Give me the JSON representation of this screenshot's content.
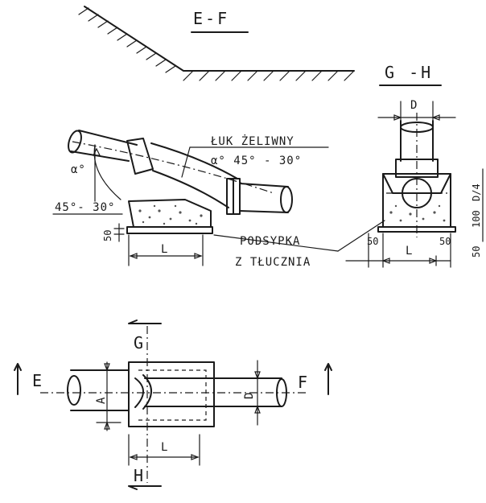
{
  "sections": {
    "ef": {
      "title": "E-F"
    },
    "gh": {
      "title": "G -H"
    }
  },
  "labels": {
    "arc_pipe": "ŁUK ŻELIWNY",
    "arc_angle": "α° 45° - 30°",
    "angle_symbol": "α°",
    "angle_range": "45°- 30°",
    "bedding_line1": "PODSYPKA",
    "bedding_line2": "Z TŁUCZNIA"
  },
  "dimensions": {
    "D": "D",
    "L": "L",
    "A": "A",
    "base_height": "50",
    "side_left": "50",
    "side_right": "50",
    "right_bottom": "50",
    "right_mid": "100",
    "right_top": "D/4"
  },
  "plan": {
    "letter_E": "E",
    "letter_F": "F",
    "letter_G": "G",
    "letter_H": "H"
  }
}
